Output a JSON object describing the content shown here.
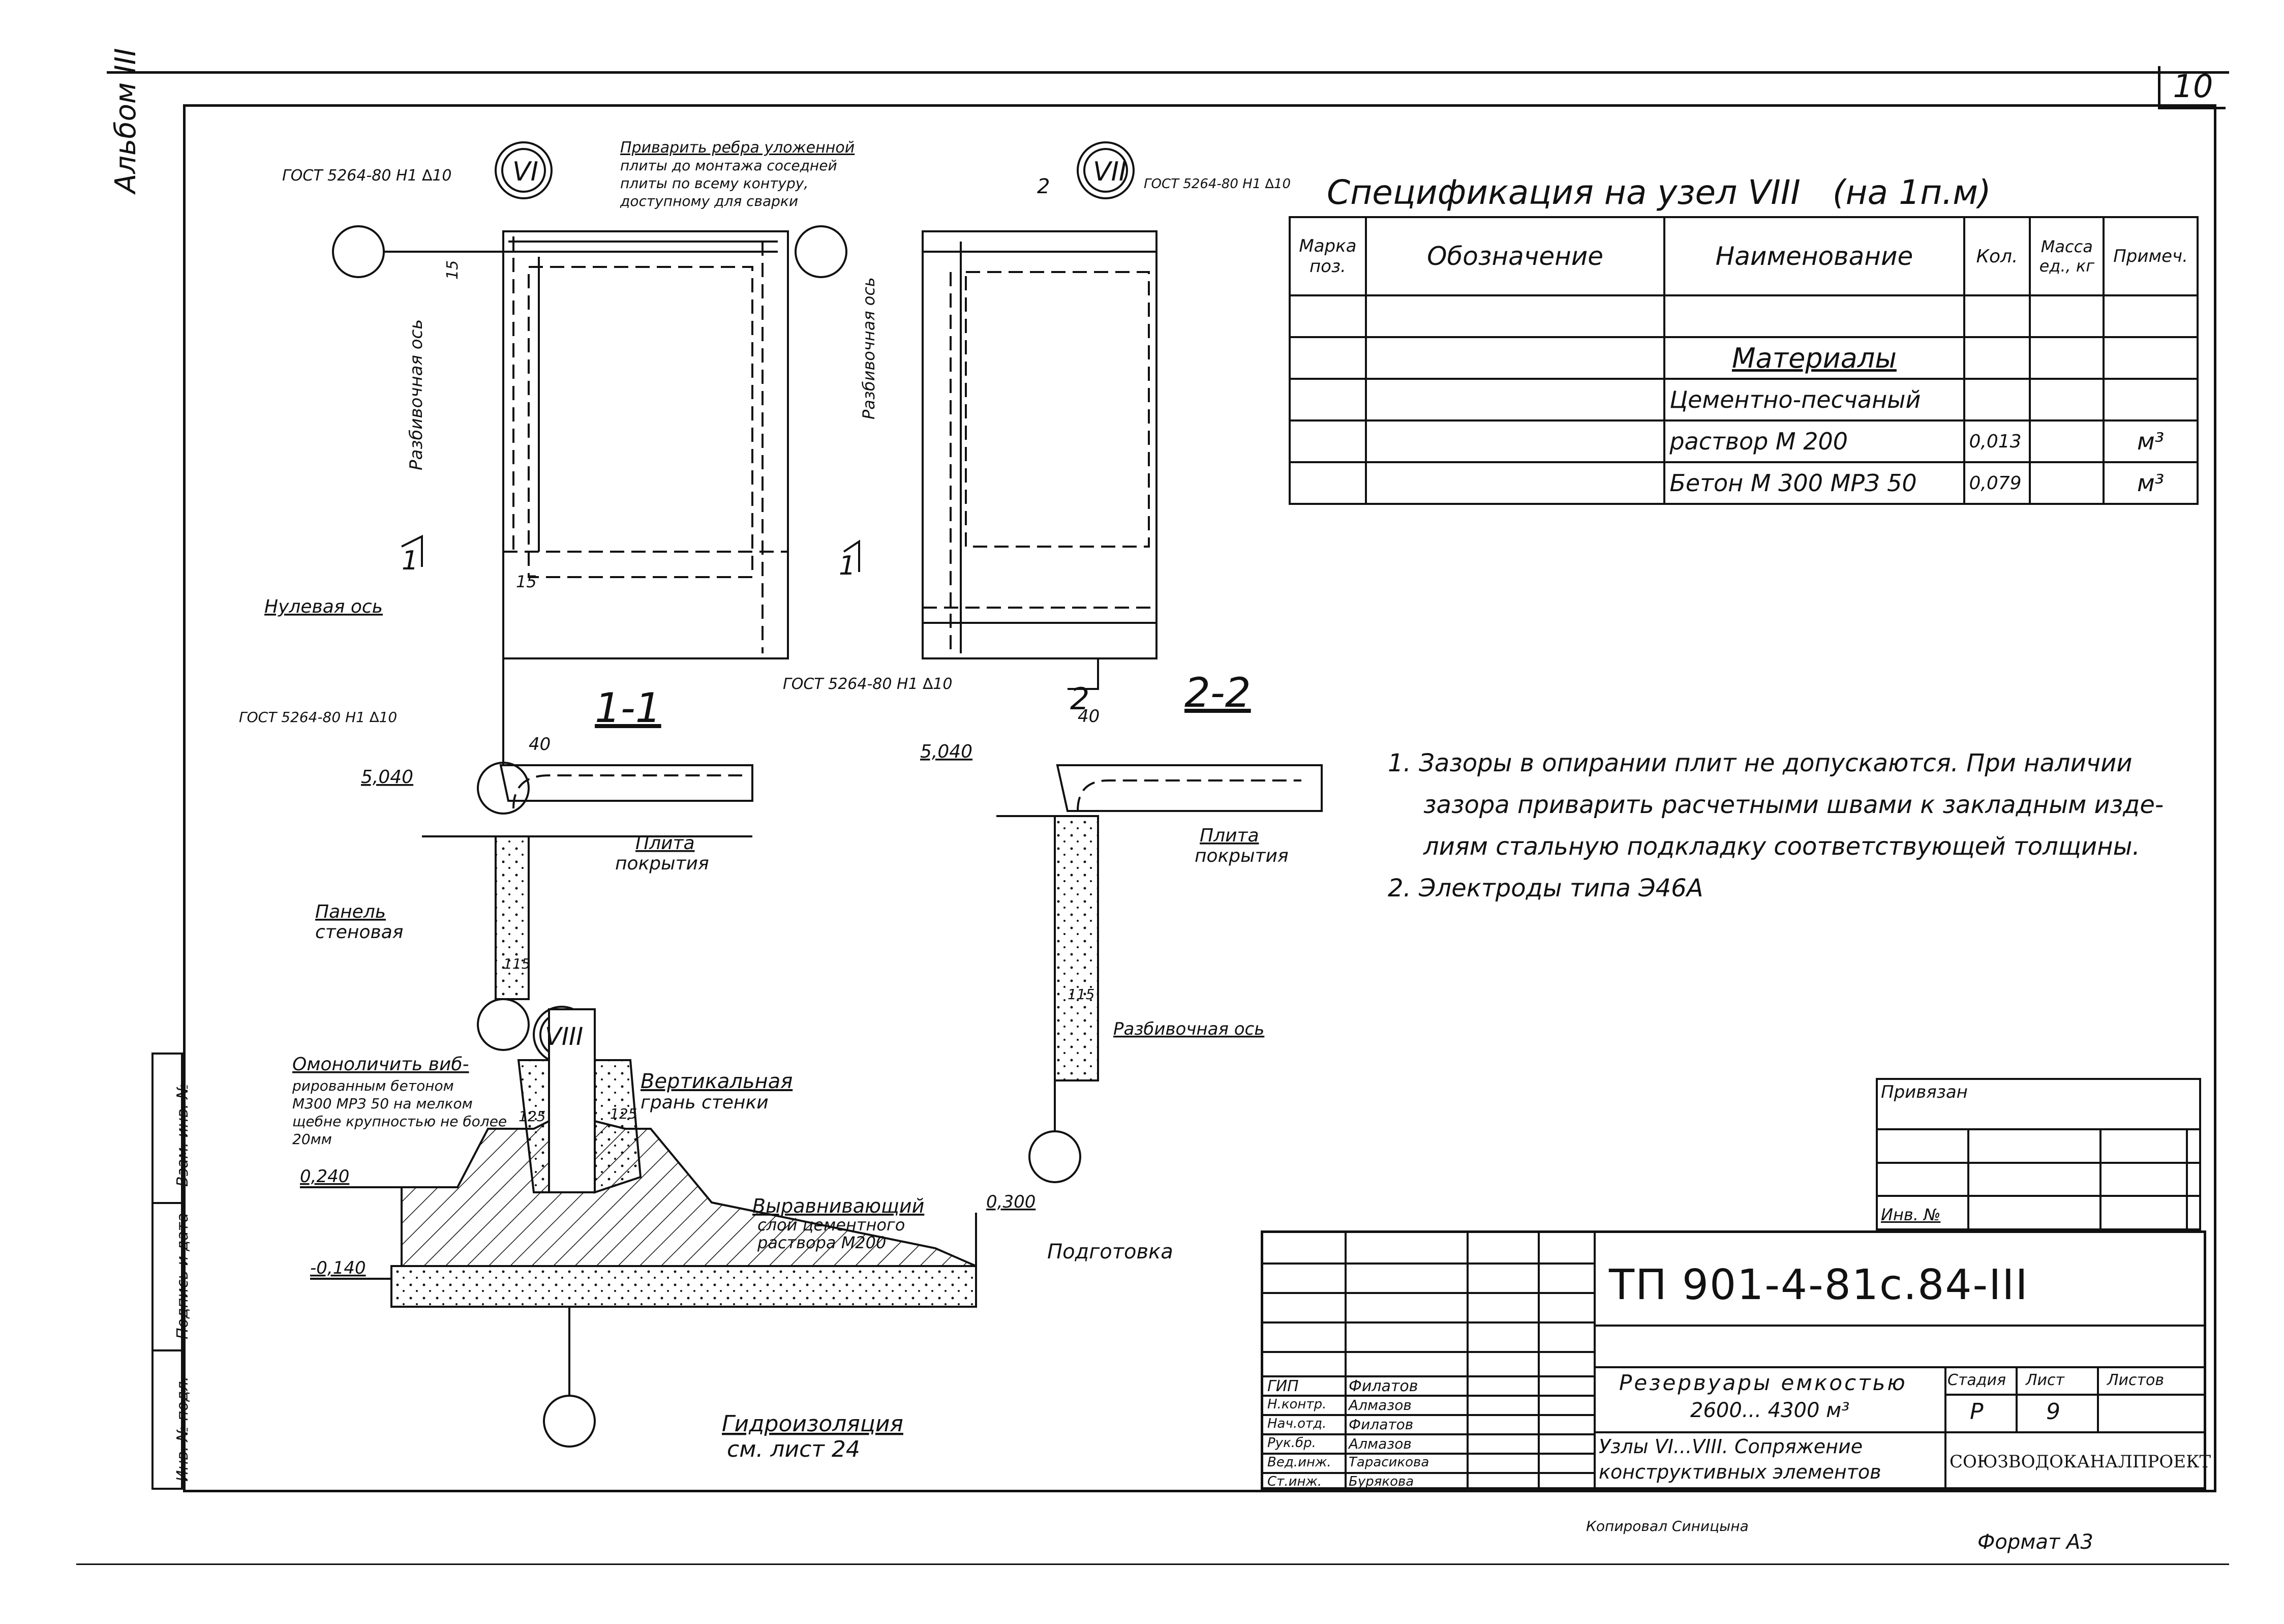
{
  "sheet_number": "10",
  "album": "Альбом III",
  "spec": {
    "title": "Спецификация на узел VIII   (на 1п.м)",
    "headers": [
      "Марка поз.",
      "Обозначение",
      "Наименование",
      "Кол.",
      "Масса ед., кг",
      "Примеч."
    ],
    "rows": [
      [
        "",
        "",
        "",
        "",
        "",
        ""
      ],
      [
        "",
        "",
        "Материалы",
        "",
        "",
        ""
      ],
      [
        "",
        "",
        "Цементно-песчаный",
        "",
        "",
        ""
      ],
      [
        "",
        "",
        "раствор М 200",
        "0,013",
        "",
        "м³"
      ],
      [
        "",
        "",
        "Бетон М 300 МРЗ 50",
        "0,079",
        "",
        "м³"
      ]
    ]
  },
  "notes": [
    "1. Зазоры в опирании плит не допускаются. При наличии",
    "зазора приварить расчетными швами к закладным изде-",
    "лиям стальную подкладку соответствующей толщины.",
    "2. Электроды типа Э46А"
  ],
  "drawing": {
    "node6": "VI",
    "node7": "VII",
    "node8": "VIII",
    "gost_label": "ГОСТ 5264-80 Н1 ∆10",
    "weld_note": [
      "Приварить ребра уложенной",
      "плиты до монтажа соседней",
      "плиты по всему контуру,",
      "доступному для сварки"
    ],
    "axis_breakdown": "Разбивочная ось",
    "axis_zero": "Нулевая ось",
    "section_1": "1-1",
    "section_2": "2-2",
    "dim_15": "15",
    "dim_40": "40",
    "dim_115": "115",
    "dim_125": "125",
    "dim_2": "2",
    "section_mark_1": "1",
    "section_mark_2": "2",
    "elev_5040": "5,040",
    "elev_0240": "0,240",
    "elev_m0140": "-0,140",
    "elev_0300": "0,300",
    "plate": [
      "Плита",
      "покрытия"
    ],
    "panel": [
      "Панель",
      "стеновая"
    ],
    "monolith": [
      "Омоноличить виб-",
      "рированным бетоном",
      "М300 МРЗ 50 на мелком",
      "щебне крупностью не более",
      "20мм"
    ],
    "vertical_edge": [
      "Вертикальная",
      "грань стенки"
    ],
    "leveling": [
      "Выравнивающий",
      "слой цементного",
      "раствора М200"
    ],
    "preparation": "Подготовка",
    "waterproofing": [
      "Гидроизоляция",
      "см. лист 24"
    ]
  },
  "left_strip": [
    "Инв. № подл.",
    "Подпись и дата",
    "Взам. инв. №"
  ],
  "privyazan": {
    "label": "Привязан",
    "inv": "Инв. №"
  },
  "title_block": {
    "code": "ТП 901-4-81с.84-III",
    "roles": [
      [
        "ГИП",
        "Филатов"
      ],
      [
        "Н.контр.",
        "Алмазов"
      ],
      [
        "Нач.отд.",
        "Филатов"
      ],
      [
        "Рук.бр.",
        "Алмазов"
      ],
      [
        "Вед.инж.",
        "Тарасикова"
      ],
      [
        "Ст.инж.",
        "Бурякова"
      ]
    ],
    "name1": "Резервуары емкостью",
    "name2": "2600... 4300 м³",
    "name3": "Узлы VI...VIII. Сопряжение",
    "name4": "конструктивных элементов",
    "stage_h": "Стадия",
    "sheet_h": "Лист",
    "sheets_h": "Листов",
    "stage": "Р",
    "sheet": "9",
    "sheets": "",
    "org": "СОЮЗВОДОКАНАЛПРОЕКТ"
  },
  "footer": {
    "copied": "Копировал Синицына",
    "format": "Формат А3"
  }
}
